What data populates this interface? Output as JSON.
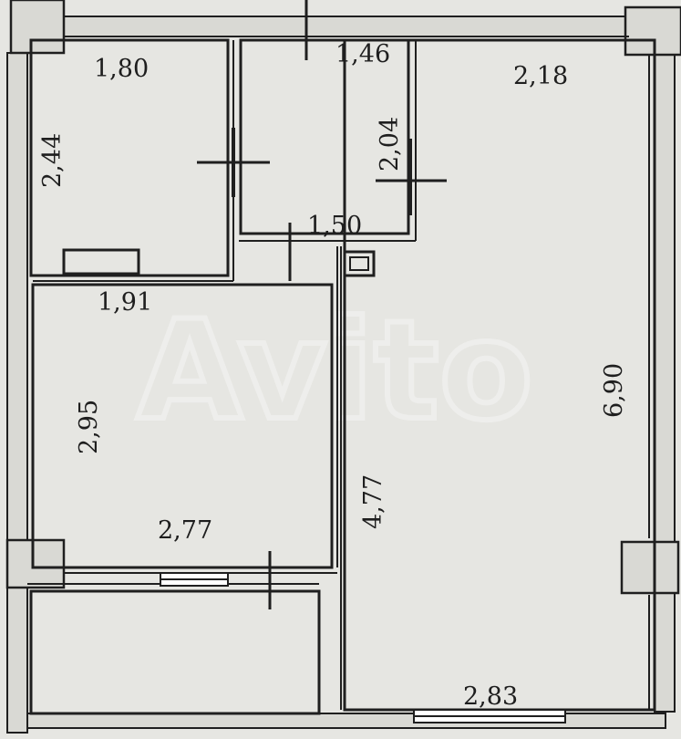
{
  "watermark": "Avito",
  "colors": {
    "background": "#e6e6e2",
    "wall_fill": "#d9d9d4",
    "line": "#1f1f1f",
    "text": "#1e1e1e"
  },
  "dimensions": {
    "bathroom_width": "1,80",
    "bathroom_height": "2,44",
    "toilet_width": "1,46",
    "toilet_height": "2,04",
    "room_width": "2,18",
    "room_length": "6,90",
    "hall_width": "1,50",
    "kitchen_top_width": "1,91",
    "kitchen_height": "2,95",
    "kitchen_width": "2,77",
    "corridor_length": "4,77",
    "room_window_width": "2,83"
  }
}
